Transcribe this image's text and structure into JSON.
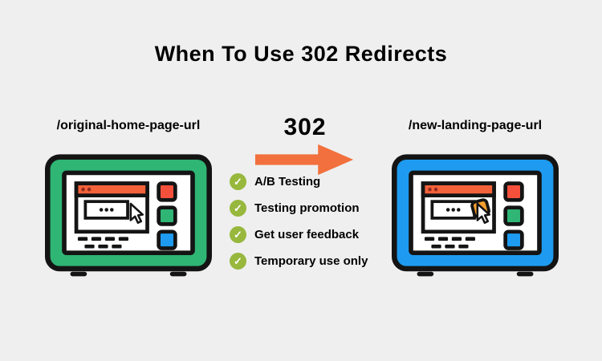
{
  "title": "When To Use 302 Redirects",
  "left_device": {
    "url_label": "/original-home-page-url"
  },
  "right_device": {
    "url_label": "/new-landing-page-url"
  },
  "redirect": {
    "code_label": "302"
  },
  "checklist": {
    "check_glyph": "✓",
    "items": [
      "A/B Testing",
      "Testing promotion",
      "Get user feedback",
      "Temporary use only"
    ]
  },
  "colors": {
    "background": "#efefef",
    "device_green": "#2fb574",
    "device_blue": "#1e9bf0",
    "arrow_orange": "#f2703d",
    "check_green": "#97b83d",
    "browser_bar_orange": "#f4623a",
    "button_red": "#f4503c"
  }
}
